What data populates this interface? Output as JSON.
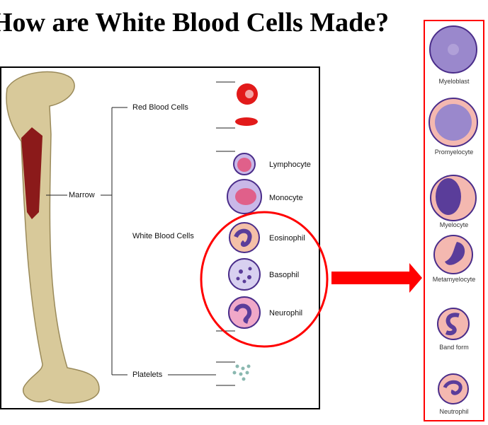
{
  "title": "How are White Blood Cells Made?",
  "labels": {
    "marrow": "Marrow",
    "red_blood_cells": "Red Blood Cells",
    "white_blood_cells": "White Blood Cells",
    "platelets": "Platelets",
    "lymphocyte": "Lymphocyte",
    "monocyte": "Monocyte",
    "eosinophil": "Eosinophil",
    "basophil": "Basophil",
    "neurophil": "Neurophil"
  },
  "stages": [
    "Myeloblast",
    "Promyelocyte",
    "Myelocyte",
    "Metamyelocyte",
    "Band form",
    "Neutrophil"
  ],
  "colors": {
    "highlight": "#ff0000",
    "bone": "#d8c99a",
    "marrow": "#8b1a1a",
    "cytoplasm": "#f4b8b0",
    "nucleus": "#5a3d9a"
  }
}
